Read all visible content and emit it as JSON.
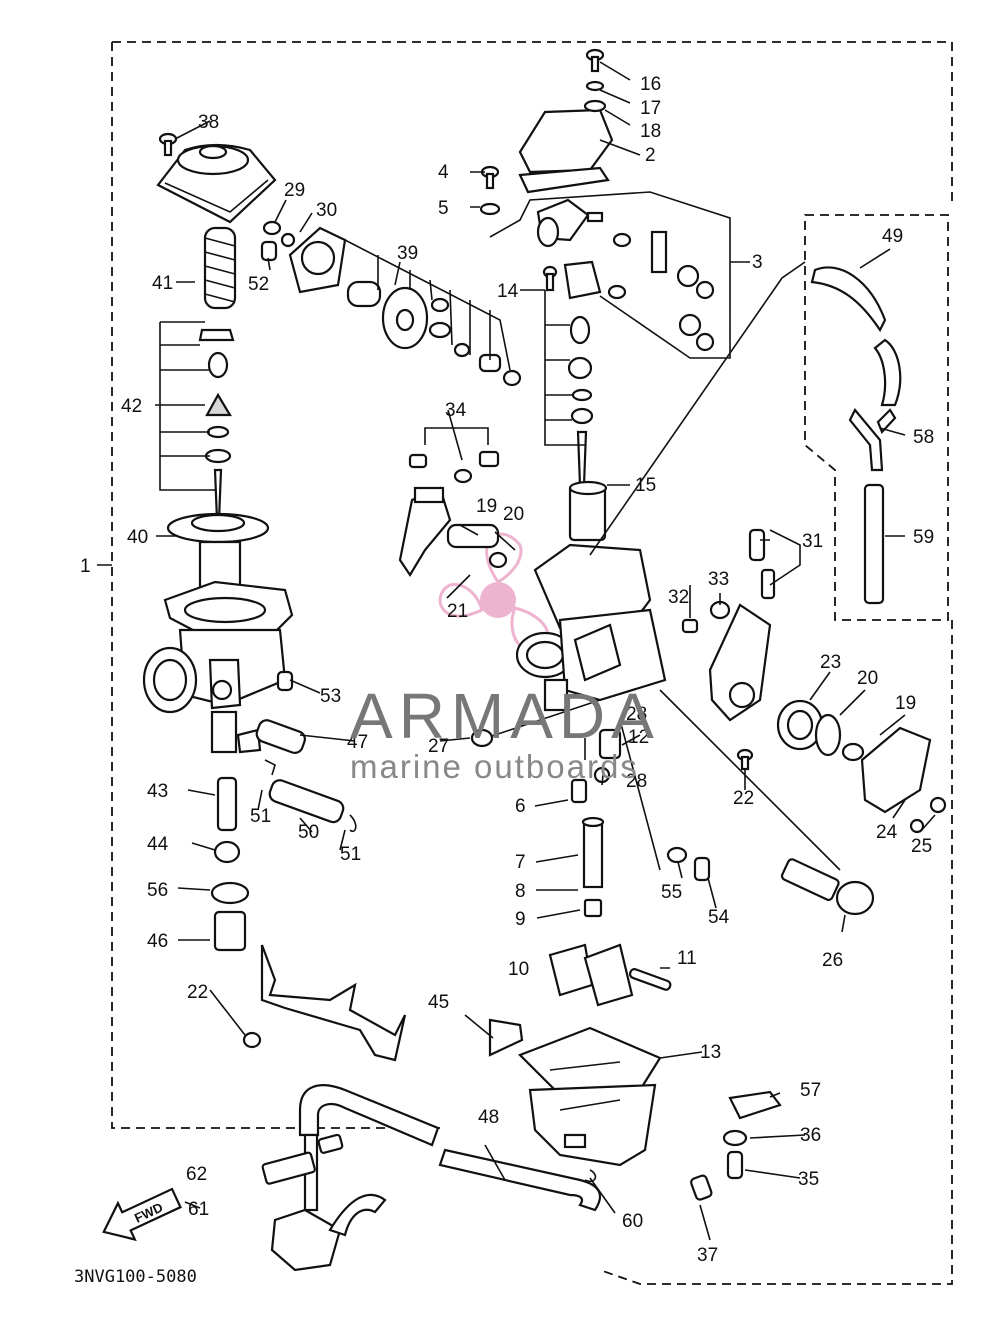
{
  "diagram_code": "3NVG100-5080",
  "fwd_label": "FWD",
  "watermark": {
    "brand": "ARMADA",
    "tagline": "marine outboards"
  },
  "callouts": [
    "1",
    "2",
    "3",
    "4",
    "5",
    "6",
    "7",
    "8",
    "9",
    "10",
    "11",
    "12",
    "13",
    "14",
    "15",
    "16",
    "17",
    "18",
    "19",
    "19",
    "20",
    "20",
    "21",
    "22",
    "22",
    "23",
    "24",
    "25",
    "26",
    "27",
    "28",
    "28",
    "29",
    "30",
    "31",
    "32",
    "33",
    "34",
    "35",
    "36",
    "37",
    "38",
    "39",
    "40",
    "41",
    "42",
    "43",
    "44",
    "45",
    "46",
    "47",
    "48",
    "49",
    "50",
    "51",
    "51",
    "52",
    "53",
    "54",
    "55",
    "56",
    "57",
    "58",
    "59",
    "60",
    "61",
    "62"
  ]
}
